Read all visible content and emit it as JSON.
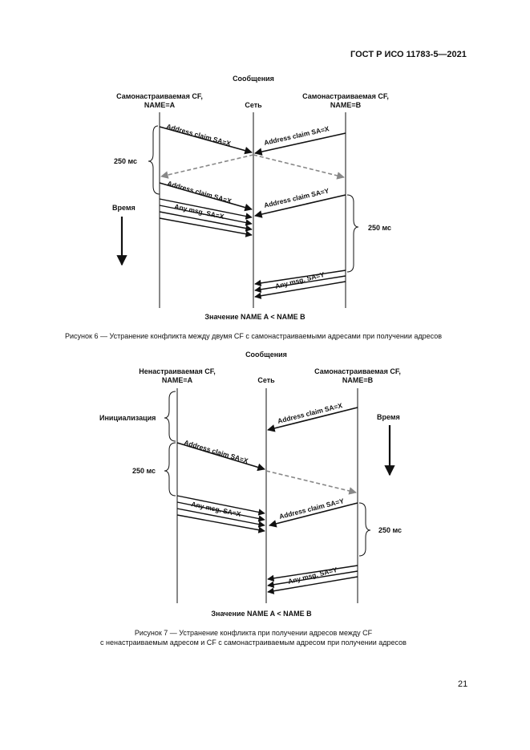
{
  "header": {
    "standard": "ГОСТ Р ИСО 11783-5—2021"
  },
  "figure6": {
    "messages_title": "Сообщения",
    "col_left": [
      "Самонастраиваемая CF,",
      "NAME=A"
    ],
    "col_mid": "Сеть",
    "col_right": [
      "Самонастраиваемая CF,",
      "NAME=B"
    ],
    "interval_left": "250 мс",
    "interval_right": "250 мс",
    "time_label": "Время",
    "msg_claim_a": "Address claim SA=X",
    "msg_claim_b": "Address claim SA=X",
    "msg_claim_a2": "Address claim SA=X",
    "msg_claim_b2": "Address claim SA=Y",
    "msg_any_a": "Any msg. SA=X",
    "msg_any_b": "Any msg. SA=Y",
    "note": "Значение NAME A < NAME B",
    "caption": "Рисунок 6 — Устранение конфликта между двумя CF с самонастраиваемыми адресами при получении адресов"
  },
  "figure7": {
    "messages_title": "Сообщения",
    "col_left": [
      "Ненастраиваемая CF,",
      "NAME=A"
    ],
    "col_mid": "Сеть",
    "col_right": [
      "Самонастраиваемая CF,",
      "NAME=B"
    ],
    "init_label": "Инициализация",
    "time_label": "Время",
    "interval_left": "250 мс",
    "interval_right": "250 мс",
    "msg_claim_b": "Address claim SA=X",
    "msg_claim_a": "Address claim SA=X",
    "msg_claim_b2": "Address claim SA=Y",
    "msg_any_a": "Any msg. SA=X",
    "msg_any_b": "Any msg. SA=Y",
    "note": "Значение NAME A < NAME B",
    "caption_line1": "Рисунок 7 — Устранение конфликта при получении адресов между CF",
    "caption_line2": "с ненастраиваемым адресом и CF с самонастраиваемым адресом при получении адресов"
  },
  "footer": {
    "page_number": "21"
  }
}
